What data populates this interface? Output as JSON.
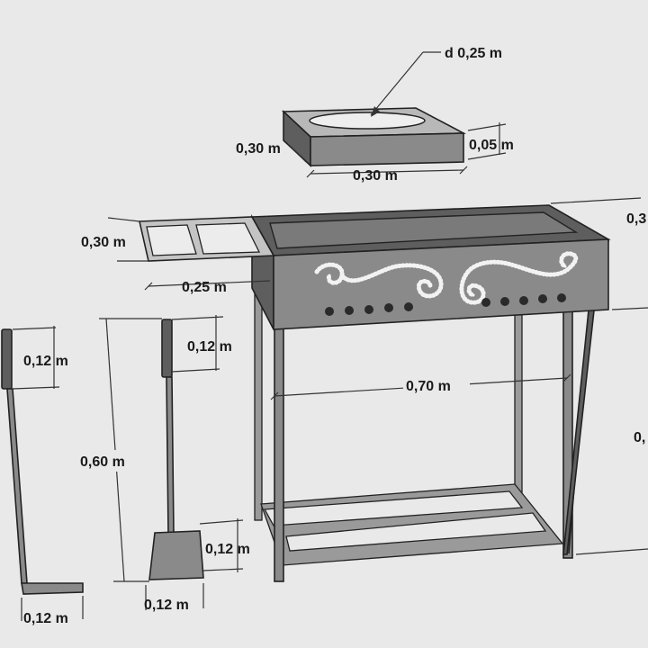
{
  "labels": {
    "tray_diameter": "d 0,25 m",
    "tray_depth": "0,30 m",
    "tray_width": "0,30 m",
    "tray_height": "0,05 m",
    "shelf_depth": "0,30 m",
    "shelf_width": "0,25 m",
    "body_depth_cut": "0,3",
    "poker_handle": "0,12 m",
    "poker_foot": "0,12 m",
    "shovel_handle": "0,12 m",
    "shovel_length": "0,60 m",
    "shovel_blade_height": "0,12 m",
    "shovel_blade_width": "0,12 m",
    "body_length": "0,70 m",
    "height_cut": "0,"
  },
  "colors": {
    "background": "#e9e9e9",
    "steel": "#8a8a8a",
    "steel_dark": "#5e5e5e",
    "ornament": "#f2f2f2"
  }
}
